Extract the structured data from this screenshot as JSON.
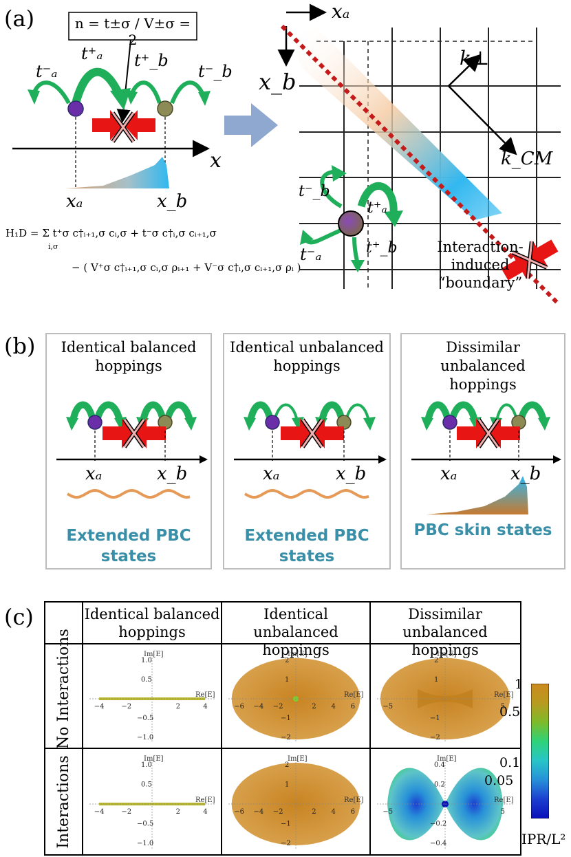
{
  "panel_labels": {
    "a": "(a)",
    "b": "(b)",
    "c": "(c)"
  },
  "panel_a": {
    "ratio_box": "n = t±σ / V±σ = 2",
    "t_a_minus": "t⁻ₐ",
    "t_a_plus": "t⁺ₐ",
    "t_b_plus": "t⁺_b",
    "t_b_minus": "t⁻_b",
    "x_axis": "x",
    "xa": "xₐ",
    "xb": "x_b",
    "hamiltonian_line1": "H₁D = Σ t⁺σ c†ᵢ₊₁,σ cᵢ,σ + t⁻σ c†ᵢ,σ cᵢ₊₁,σ",
    "hamiltonian_sum_sub": "i,σ",
    "hamiltonian_line2": "− ( V⁺σ c†ᵢ₊₁,σ cᵢ,σ ρᵢ₊₁ + V⁻σ c†ᵢ,σ cᵢ₊₁,σ ρᵢ )",
    "grid_xa": "xₐ",
    "grid_xb": "x_b",
    "k_perp": "k⊥",
    "k_cm": "k_CM",
    "grid_t_b_minus": "t⁻_b",
    "grid_t_a_plus": "t⁺ₐ",
    "grid_t_a_minus": "t⁻ₐ",
    "grid_t_b_plus": "t⁺_b",
    "boundary_line1": "Interaction-",
    "boundary_line2": "induced",
    "boundary_line3": "“boundary”"
  },
  "panel_b": {
    "boxes": [
      {
        "title1": "Identical balanced",
        "title2": "hoppings",
        "xa": "xₐ",
        "xb": "x_b",
        "foot1": "Extended PBC",
        "foot2": "states"
      },
      {
        "title1": "Identical unbalanced",
        "title2": "hoppings",
        "xa": "xₐ",
        "xb": "x_b",
        "foot1": "Extended PBC",
        "foot2": "states"
      },
      {
        "title1": "Dissimilar unbalanced",
        "title2": "hoppings",
        "xa": "xₐ",
        "xb": "x_b",
        "foot1": "PBC skin states",
        "foot2": ""
      }
    ]
  },
  "panel_c": {
    "col_headers": [
      {
        "line1": "Identical balanced",
        "line2": "hoppings"
      },
      {
        "line1": "Identical unbalanced",
        "line2": "hoppings"
      },
      {
        "line1": "Dissimilar unbalanced",
        "line2": "hoppings"
      }
    ],
    "row_headers": [
      "No Interactions",
      "Interactions"
    ],
    "axis_im": "Im[E]",
    "axis_re": "Re[E]",
    "colorbar": {
      "label": "IPR/L²",
      "ticks": [
        "1",
        "0.5",
        "0.1",
        "0.05"
      ],
      "colors": [
        "#cc8a1e",
        "#b89a20",
        "#7dbb2a",
        "#2ed27a",
        "#27c5c8",
        "#2790d8",
        "#1b3fd0",
        "#0a0fb8"
      ]
    }
  },
  "colors": {
    "arrow_green": "#1fae5a",
    "red_block": "#e81515",
    "particle_a": "#6a2fa8",
    "particle_b": "#8c8a55",
    "boundary_red": "#c41a1a",
    "blob_orange": "#d4932f",
    "skin_blue": "#39b6e8",
    "foot_teal": "#3a8fa8",
    "big_arrow": "#8fa8d0"
  }
}
